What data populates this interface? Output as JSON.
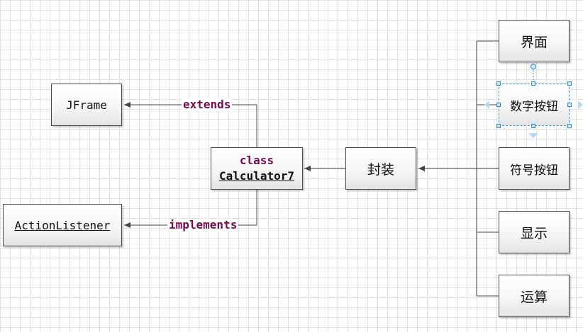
{
  "left_boxes": {
    "jframe": "JFrame",
    "action_listener": "ActionListener"
  },
  "center_box": {
    "keyword": "class",
    "name": "Calculator7"
  },
  "edge_labels": {
    "extends": "extends",
    "implements": "implements"
  },
  "encapsulate": "封装",
  "components": {
    "interface": "界面",
    "number_buttons": "数字按钮",
    "symbol_buttons": "符号按钮",
    "display": "显示",
    "operation": "运算"
  },
  "colors": {
    "keyword": "#7a0a50",
    "selection": "#2e8bd6",
    "line": "#444444"
  }
}
